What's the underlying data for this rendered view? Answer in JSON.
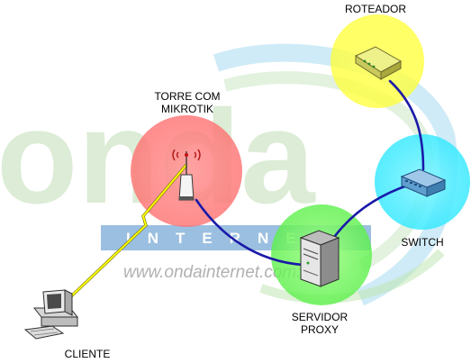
{
  "watermark": {
    "logo_word": "onda",
    "logo_band": "INTERNET",
    "url": "www.ondainternet.com.br",
    "colors": {
      "logo": "#d8ead2",
      "band": "#7aa9d6",
      "url": "#a8a8a8"
    }
  },
  "nodes": {
    "roteador": {
      "label_lines": [
        "ROTEADOR"
      ],
      "halo_color": "#ffff66",
      "icon": "router-icon"
    },
    "torre": {
      "label_lines": [
        "TORRE COM",
        "MIKROTIK"
      ],
      "halo_color": "#ff8a8a",
      "icon": "antenna-tower-icon"
    },
    "switch": {
      "label_lines": [
        "SWITCH"
      ],
      "halo_color": "#5ff0ff",
      "icon": "network-switch-icon"
    },
    "servidor": {
      "label_lines": [
        "SERVIDOR",
        "PROXY"
      ],
      "halo_color": "#7dff6a",
      "icon": "server-icon"
    },
    "cliente": {
      "label_lines": [
        "CLIENTE"
      ],
      "icon": "desktop-computer-icon"
    }
  },
  "links": [
    {
      "from": "roteador",
      "to": "switch",
      "medium": "cable",
      "color": "#1a1aa8"
    },
    {
      "from": "switch",
      "to": "servidor",
      "medium": "cable",
      "color": "#1a1aa8"
    },
    {
      "from": "servidor",
      "to": "torre",
      "medium": "cable",
      "color": "#1a1aa8"
    },
    {
      "from": "torre",
      "to": "cliente",
      "medium": "wireless",
      "color": "#ffff00"
    }
  ]
}
